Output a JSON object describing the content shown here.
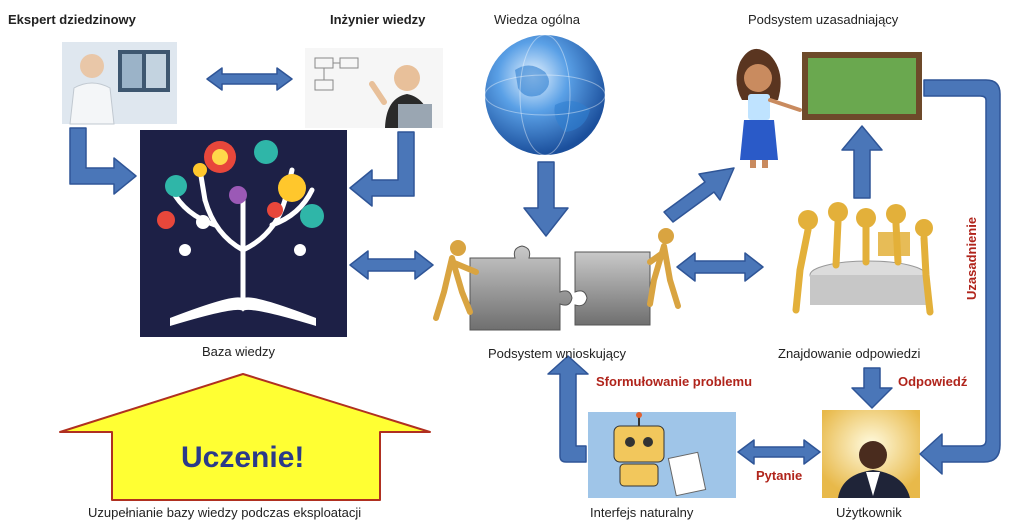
{
  "labels": {
    "expert": "Ekspert dziedzinowy",
    "engineer": "Inżynier wiedzy",
    "general_knowledge": "Wiedza ogólna",
    "justification_subsystem": "Podsystem uzasadniający",
    "knowledge_base": "Baza wiedzy",
    "inference_subsystem": "Podsystem wnioskujący",
    "finding_answers": "Znajdowanie odpowiedzi",
    "natural_interface": "Interfejs naturalny",
    "user": "Użytkownik",
    "supplement": "Uzupełnianie bazy wiedzy podczas eksploatacji"
  },
  "edge_labels": {
    "problem_formulation": "Sformułowanie problemu",
    "answer": "Odpowiedź",
    "question": "Pytanie",
    "justification": "Uzasadnienie"
  },
  "banner": {
    "text": "Uczenie!"
  },
  "colors": {
    "arrow_fill": "#4a76b8",
    "arrow_stroke": "#2f5597",
    "banner_fill": "#ffff33",
    "banner_stroke": "#b03020",
    "edge_label": "#b0241b",
    "knowledge_base_bg": "#1d2046",
    "board": "#6aa84f",
    "interface_bg": "#9fc5e8"
  }
}
